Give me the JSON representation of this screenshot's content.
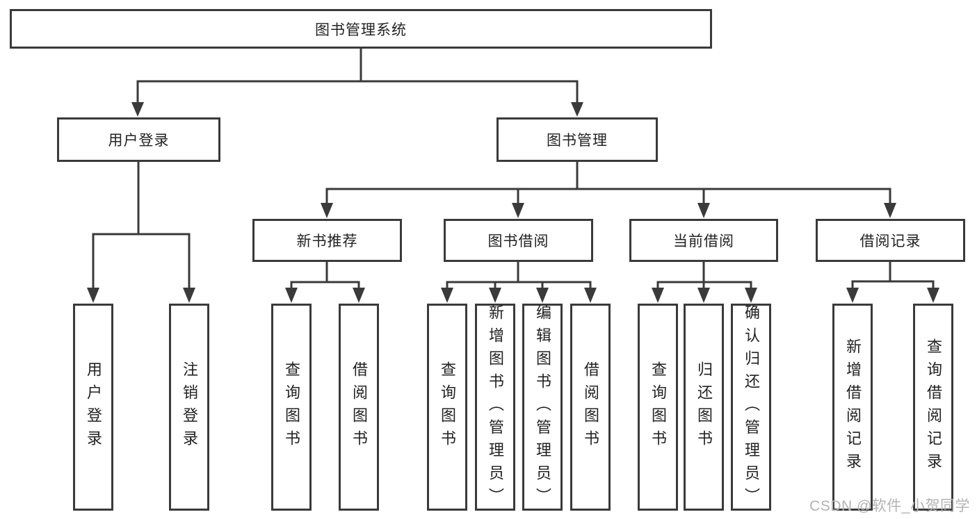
{
  "colors": {
    "line": "#3a3a3a",
    "text": "#222222",
    "watermark": "#b3b3b3",
    "background": "#ffffff",
    "box_fill": "#ffffff"
  },
  "root": {
    "label": "图书管理系统"
  },
  "tree": {
    "user_login": {
      "label": "用户登录",
      "children": [
        "用户登录",
        "注销登录"
      ]
    },
    "book_mgmt": {
      "label": "图书管理",
      "children": {
        "new_books": {
          "label": "新书推荐",
          "children": [
            "查询图书",
            "借阅图书"
          ]
        },
        "borrowing": {
          "label": "图书借阅",
          "children": [
            "查询图书",
            "新增图书（管理员）",
            "编辑图书（管理员）",
            "借阅图书"
          ]
        },
        "current": {
          "label": "当前借阅",
          "children": [
            "查询图书",
            "归还图书",
            "确认归还（管理员）"
          ]
        },
        "records": {
          "label": "借阅记录",
          "children": [
            "新增借阅记录",
            "查询借阅记录"
          ]
        }
      }
    }
  },
  "watermark": "CSDN @软件_小贺同学"
}
